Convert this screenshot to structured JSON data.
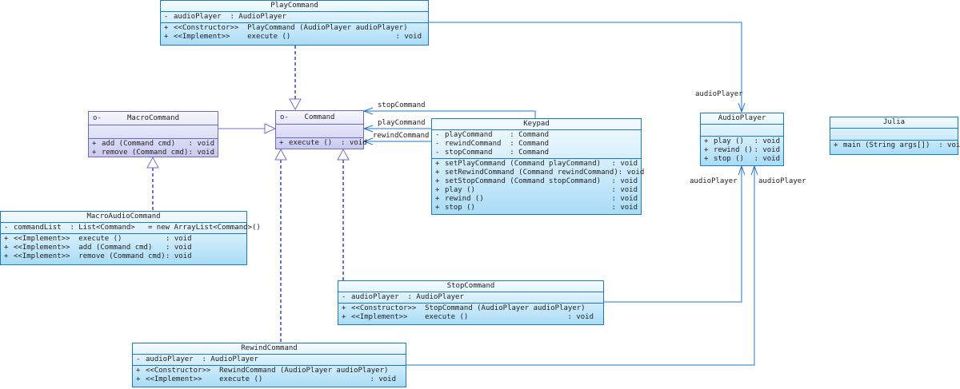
{
  "classes": {
    "play": {
      "name": "PlayCommand",
      "attrs": [
        {
          "vis": "-",
          "text": "audioPlayer  : AudioPlayer",
          "ret": ""
        }
      ],
      "ops": [
        {
          "vis": "+",
          "text": "<<Constructor>>  PlayCommand (AudioPlayer audioPlayer)",
          "ret": ""
        },
        {
          "vis": "+",
          "text": "<<Implement>>    execute ()",
          "ret": ": void"
        }
      ]
    },
    "macro": {
      "name": "MacroCommand",
      "stereo_icon": "o-",
      "ops": [
        {
          "vis": "+",
          "text": "add (Command cmd)",
          "ret": ": void"
        },
        {
          "vis": "+",
          "text": "remove (Command cmd)",
          "ret": ": void"
        }
      ]
    },
    "command": {
      "name": "Command",
      "stereo_icon": "o-",
      "ops": [
        {
          "vis": "+",
          "text": "execute ()  : void",
          "ret": ""
        }
      ]
    },
    "keypad": {
      "name": "Keypad",
      "attrs": [
        {
          "vis": "-",
          "text": "playCommand    : Command",
          "ret": ""
        },
        {
          "vis": "-",
          "text": "rewindCommand  : Command",
          "ret": ""
        },
        {
          "vis": "-",
          "text": "stopCommand    : Command",
          "ret": ""
        }
      ],
      "ops": [
        {
          "vis": "+",
          "text": "setPlayCommand (Command playCommand)",
          "ret": ": void"
        },
        {
          "vis": "+",
          "text": "setRewindCommand (Command rewindCommand)",
          "ret": ": void"
        },
        {
          "vis": "+",
          "text": "setStopCommand (Command stopCommand)",
          "ret": ": void"
        },
        {
          "vis": "+",
          "text": "play ()",
          "ret": ": void"
        },
        {
          "vis": "+",
          "text": "rewind ()",
          "ret": ": void"
        },
        {
          "vis": "+",
          "text": "stop ()",
          "ret": ": void"
        }
      ]
    },
    "audio": {
      "name": "AudioPlayer",
      "ops": [
        {
          "vis": "+",
          "text": "play ()",
          "ret": ": void"
        },
        {
          "vis": "+",
          "text": "rewind ()",
          "ret": ": void"
        },
        {
          "vis": "+",
          "text": "stop ()",
          "ret": ": void"
        }
      ]
    },
    "julia": {
      "name": "Julia",
      "ops": [
        {
          "vis": "+",
          "text": "main (String args[])  : void",
          "ret": ""
        }
      ]
    },
    "macroAudio": {
      "name": "MacroAudioCommand",
      "attrs": [
        {
          "vis": "-",
          "text": "commandList  : List<Command>   = new ArrayList<Command>()",
          "ret": ""
        }
      ],
      "ops": [
        {
          "vis": "+",
          "text": "<<Implement>>  execute ()",
          "ret": ": void"
        },
        {
          "vis": "+",
          "text": "<<Implement>>  add (Command cmd)",
          "ret": ": void"
        },
        {
          "vis": "+",
          "text": "<<Implement>>  remove (Command cmd)",
          "ret": ": void"
        }
      ]
    },
    "stop": {
      "name": "StopCommand",
      "attrs": [
        {
          "vis": "-",
          "text": "audioPlayer  : AudioPlayer",
          "ret": ""
        }
      ],
      "ops": [
        {
          "vis": "+",
          "text": "<<Constructor>>  StopCommand (AudioPlayer audioPlayer)",
          "ret": ""
        },
        {
          "vis": "+",
          "text": "<<Implement>>    execute ()",
          "ret": ": void"
        }
      ]
    },
    "rewind": {
      "name": "RewindCommand",
      "attrs": [
        {
          "vis": "-",
          "text": "audioPlayer  : AudioPlayer",
          "ret": ""
        }
      ],
      "ops": [
        {
          "vis": "+",
          "text": "<<Constructor>>  RewindCommand (AudioPlayer audioPlayer)",
          "ret": ""
        },
        {
          "vis": "+",
          "text": "<<Implement>>    execute ()",
          "ret": ": void"
        }
      ]
    }
  },
  "labels": {
    "stopCommand": "stopCommand",
    "playCommand": "playCommand",
    "rewindCommand": "rewindCommand",
    "audioPlayerTop": "audioPlayer",
    "audioPlayerBottom1": "audioPlayer",
    "audioPlayerBottom2": "audioPlayer"
  },
  "colors": {
    "association": "#1e78c8",
    "realization": "#7070d0"
  }
}
